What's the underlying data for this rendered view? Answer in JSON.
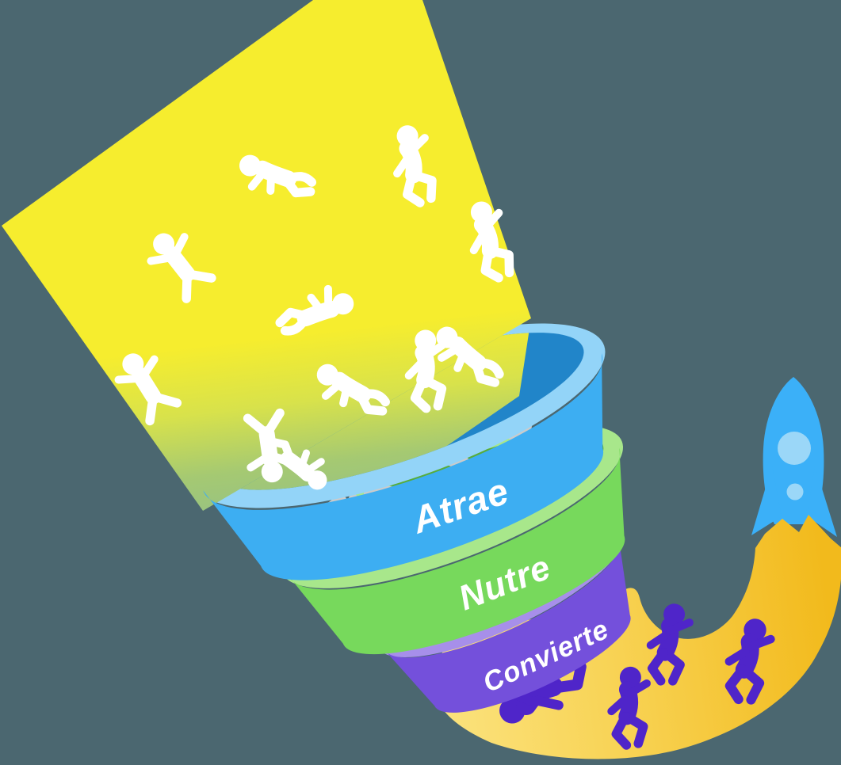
{
  "illustration": {
    "name": "marketing-funnel-diagram",
    "background_color": "#4B6770",
    "beam": {
      "description": "yellow light beam with falling people entering funnel",
      "color": "#F6ED2E",
      "fade_colors": [
        "#D8E24B",
        "#A5C972",
        "#8FBE8C"
      ],
      "figure_color": "#FFFFFF",
      "figure_count": 11
    },
    "stages": [
      {
        "label": "Atrae",
        "band_color": "#3DAEF2",
        "rim_color": "#93D4F8",
        "inner_color": "#2185C9"
      },
      {
        "label": "Nutre",
        "band_color": "#77D95C",
        "rim_color": "#A8E78B",
        "inner_color": "#57AC3B"
      },
      {
        "label": "Convierte",
        "band_color": "#7450DB",
        "rim_color": "#A78FEA",
        "inner_color": "#5A34B4"
      }
    ],
    "inside_figures": {
      "color": "#CBCBCB",
      "count": 5
    },
    "swoosh": {
      "description": "golden J-shaped trail from funnel exit to rocket",
      "gradient_from": "#FBE37F",
      "gradient_to": "#F2BA1C",
      "figure_color": "#4F25C9",
      "figure_count": 4
    },
    "rocket": {
      "body_color": "#3BB0F8",
      "window_color": "#9BD7F8",
      "flame_color": "#F8C41C"
    }
  }
}
